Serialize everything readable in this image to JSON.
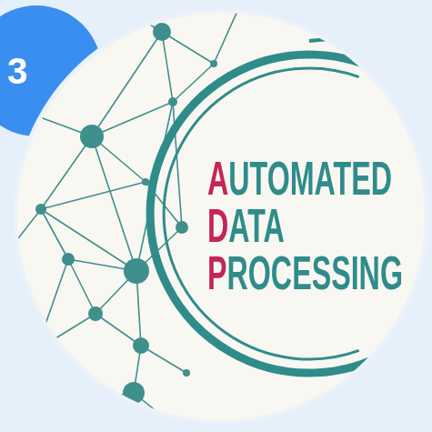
{
  "diagram": {
    "nodes": [
      {
        "text": [
          "3"
        ]
      },
      {
        "text": [
          "A",
          "UTOMATED",
          "D",
          "ATA",
          "P",
          "ROCESSING"
        ]
      }
    ]
  }
}
